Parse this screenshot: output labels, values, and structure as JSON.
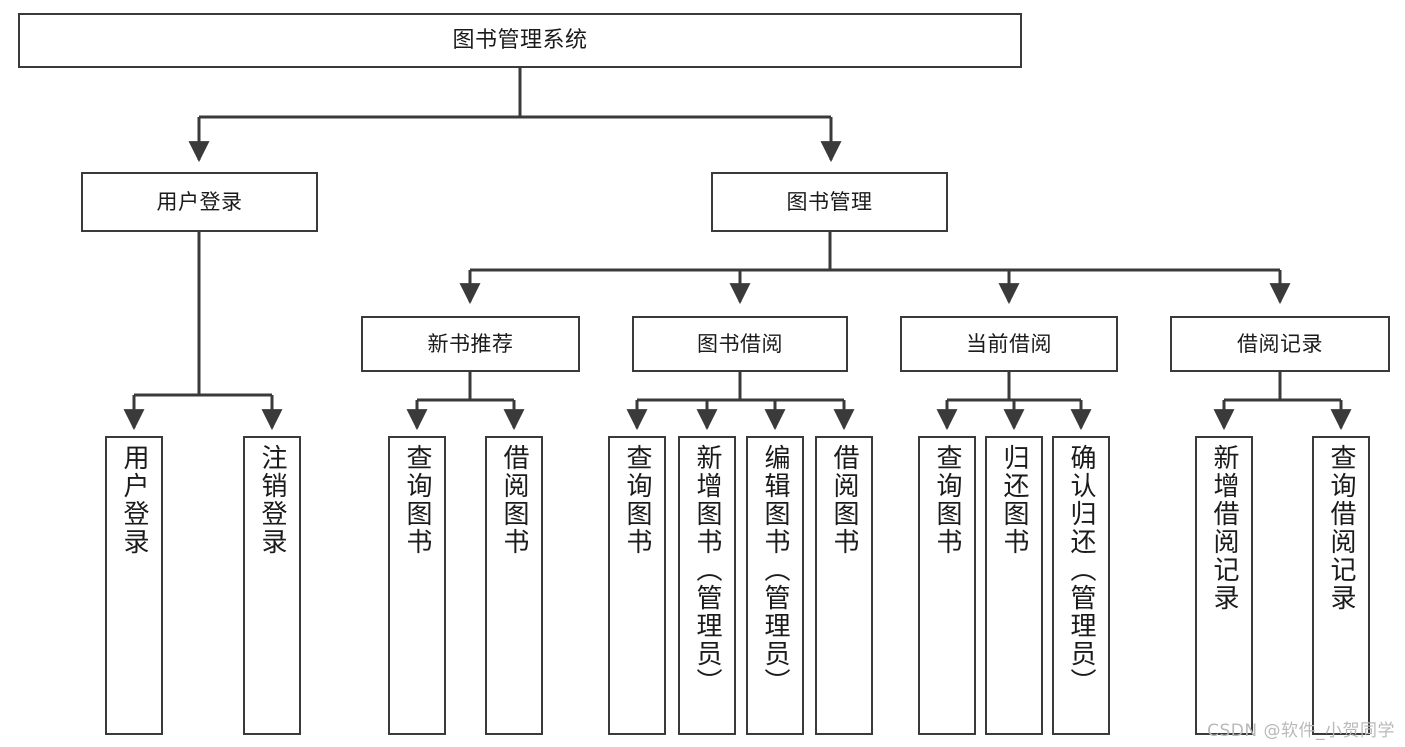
{
  "diagram": {
    "type": "tree",
    "title": "图书管理系统",
    "stroke_color": "#3a3a3a",
    "text_color": "#1b1b1b",
    "background": "#ffffff",
    "watermark": "CSDN @软件_小贺同学"
  },
  "nodes": {
    "root": {
      "label": "图书管理系统"
    },
    "level2": [
      {
        "label": "用户登录"
      },
      {
        "label": "图书管理"
      }
    ],
    "level3": [
      {
        "label": "新书推荐"
      },
      {
        "label": "图书借阅"
      },
      {
        "label": "当前借阅"
      },
      {
        "label": "借阅记录"
      }
    ],
    "leaves": {
      "user_login": [
        {
          "label": "用户登录"
        },
        {
          "label": "注销登录"
        }
      ],
      "new_books": [
        {
          "label": "查询图书"
        },
        {
          "label": "借阅图书"
        }
      ],
      "book_borrow": [
        {
          "label": "查询图书"
        },
        {
          "label": "新增图书（管理员）"
        },
        {
          "label": "编辑图书（管理员）"
        },
        {
          "label": "借阅图书"
        }
      ],
      "current_borrow": [
        {
          "label": "查询图书"
        },
        {
          "label": "归还图书"
        },
        {
          "label": "确认归还（管理员）"
        }
      ],
      "borrow_records": [
        {
          "label": "新增借阅记录"
        },
        {
          "label": "查询借阅记录"
        }
      ]
    }
  }
}
